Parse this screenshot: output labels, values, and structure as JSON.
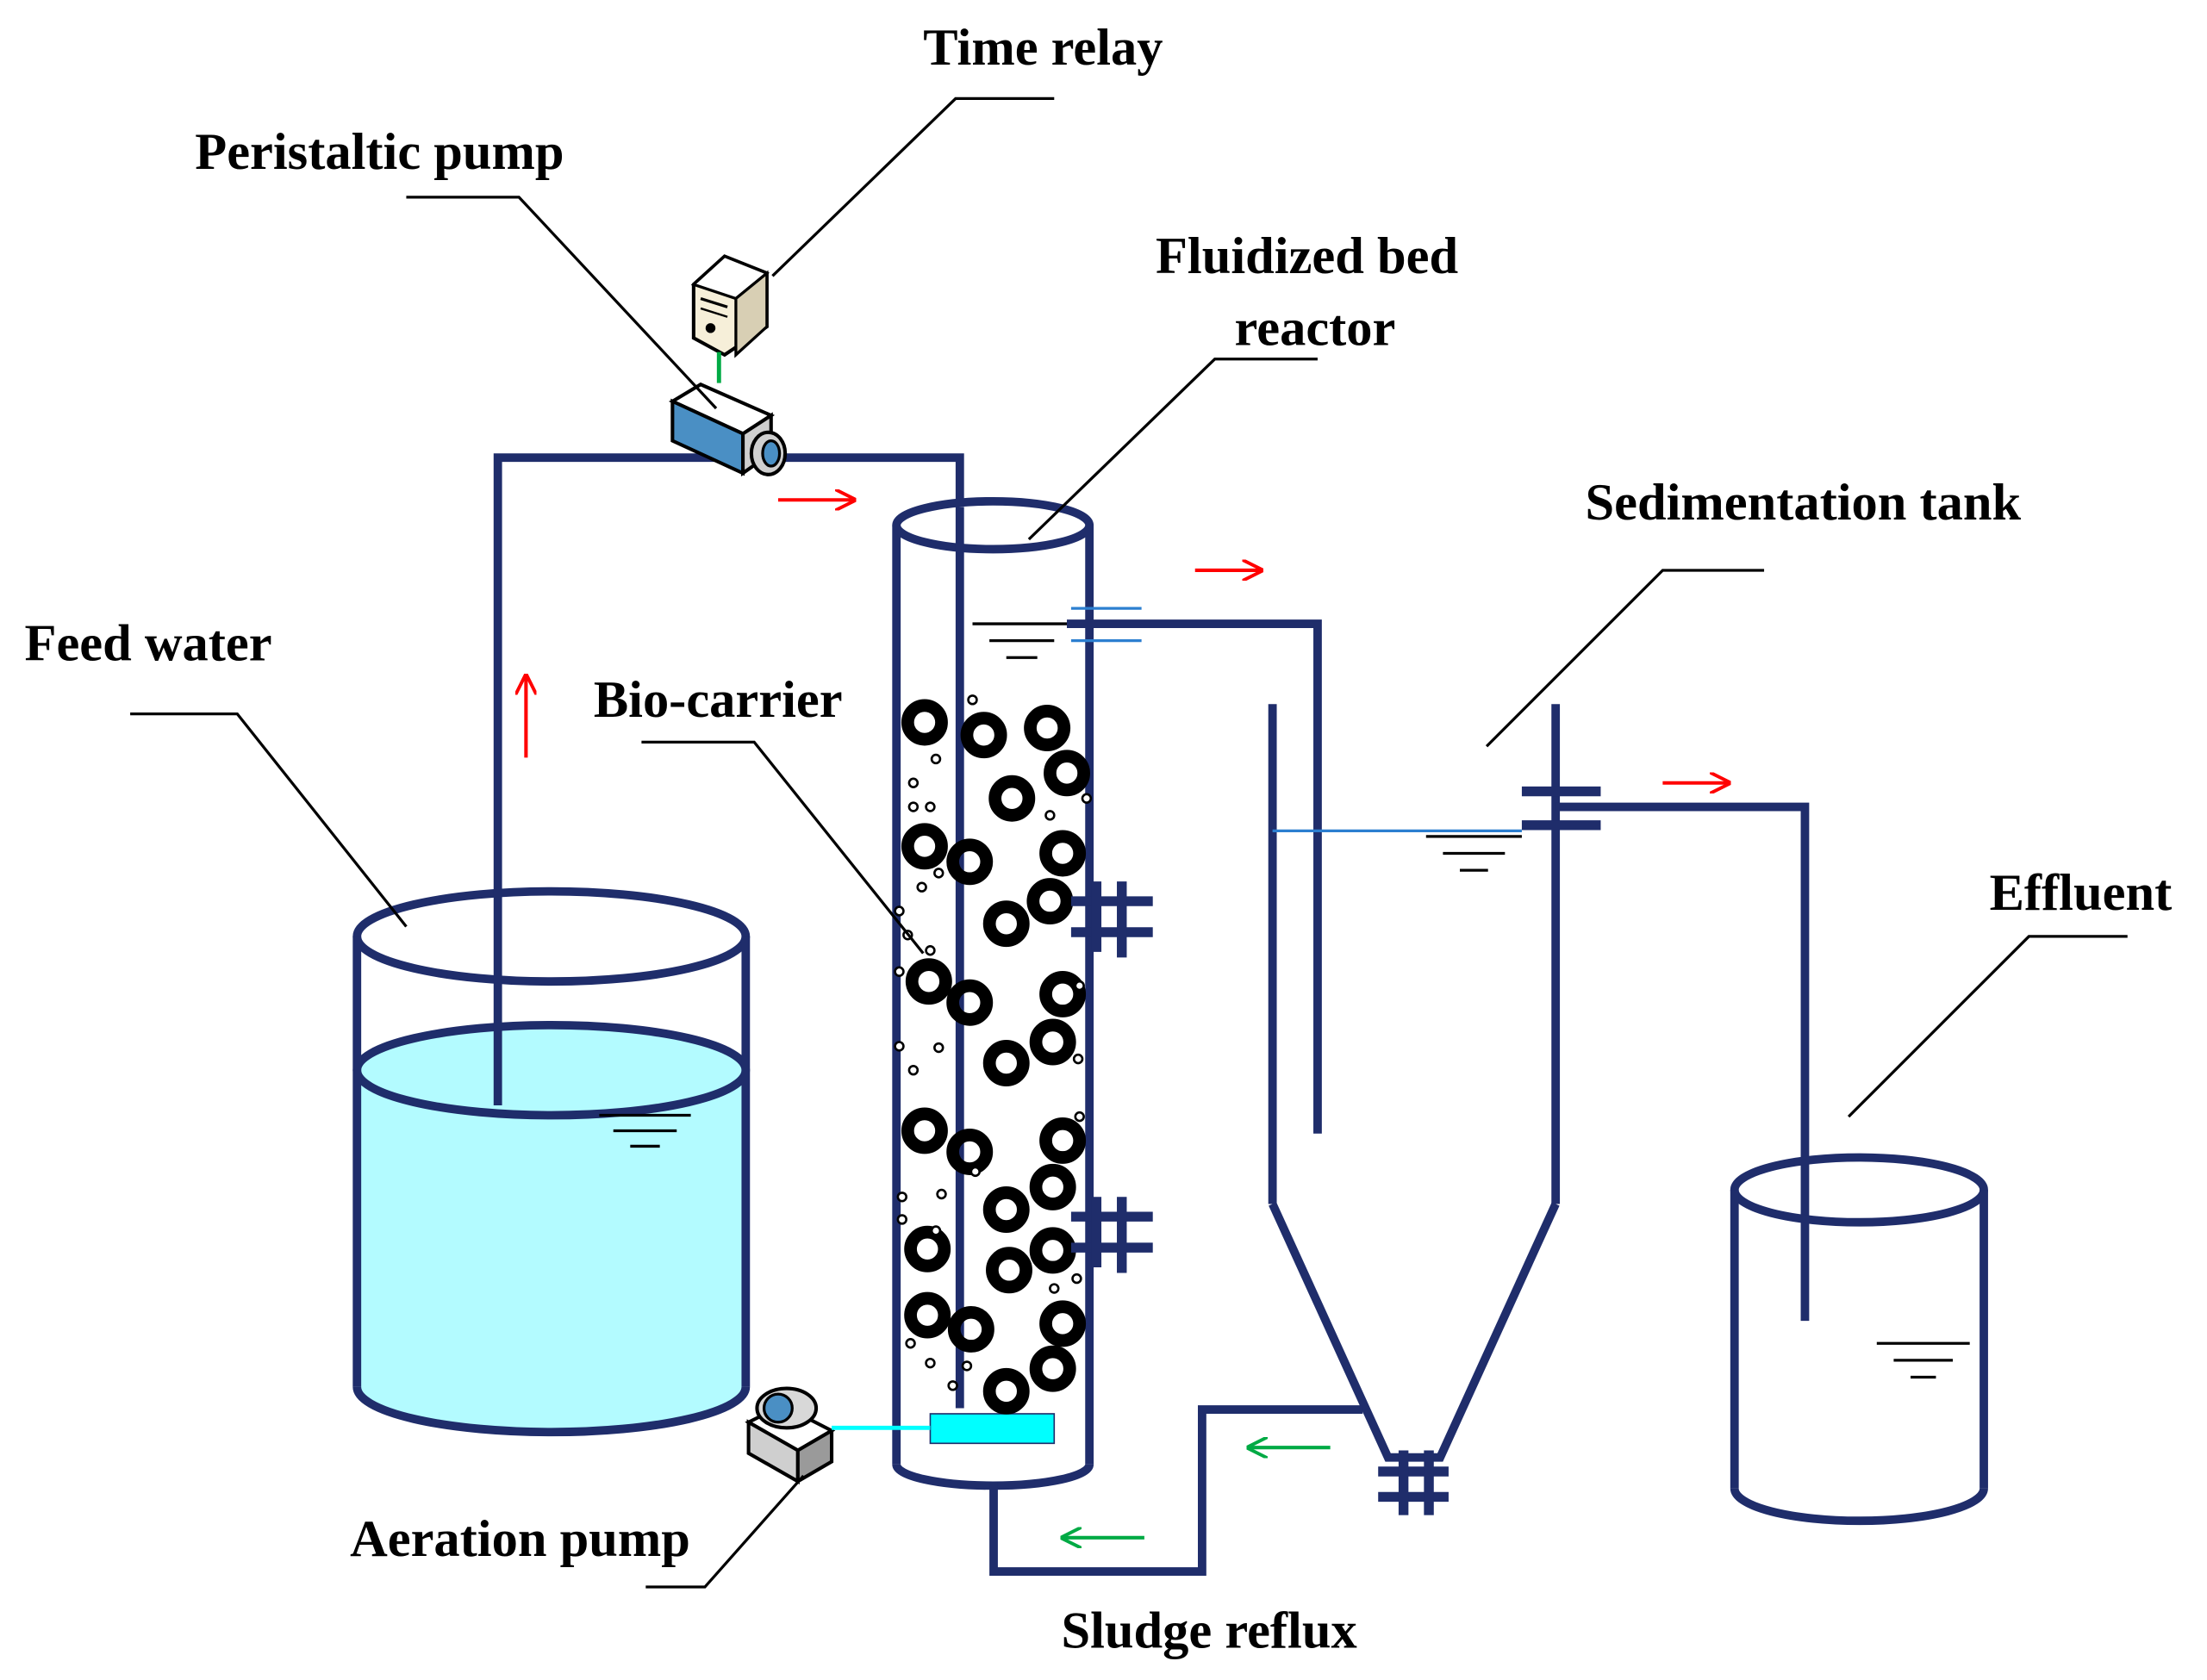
{
  "labels": {
    "time_relay": "Time relay",
    "peristaltic_pump": "Peristaltic pump",
    "fluidized_bed_line1": "Fluidized bed",
    "fluidized_bed_line2": "reactor",
    "sedimentation_tank": "Sedimentation tank",
    "feed_water": "Feed water",
    "bio_carrier": "Bio-carrier",
    "effluent": "Effluent",
    "aeration_pump": "Aeration pump",
    "sludge_reflux": "Sludge reflux"
  },
  "colors": {
    "pipe": "#1f2d6b",
    "water": "#b3fbff",
    "flow_arrow": "#ff0000",
    "reflux_arrow": "#00aa44",
    "aerator": "#00ffff",
    "carrier": "#000000",
    "water_line": "#2c7fd0"
  },
  "icons": {
    "time_relay": "computer-tower-icon",
    "peristaltic_pump": "pump-icon",
    "aeration_pump": "pump-icon",
    "valve": "valve-icon",
    "water_level": "water-level-icon"
  }
}
